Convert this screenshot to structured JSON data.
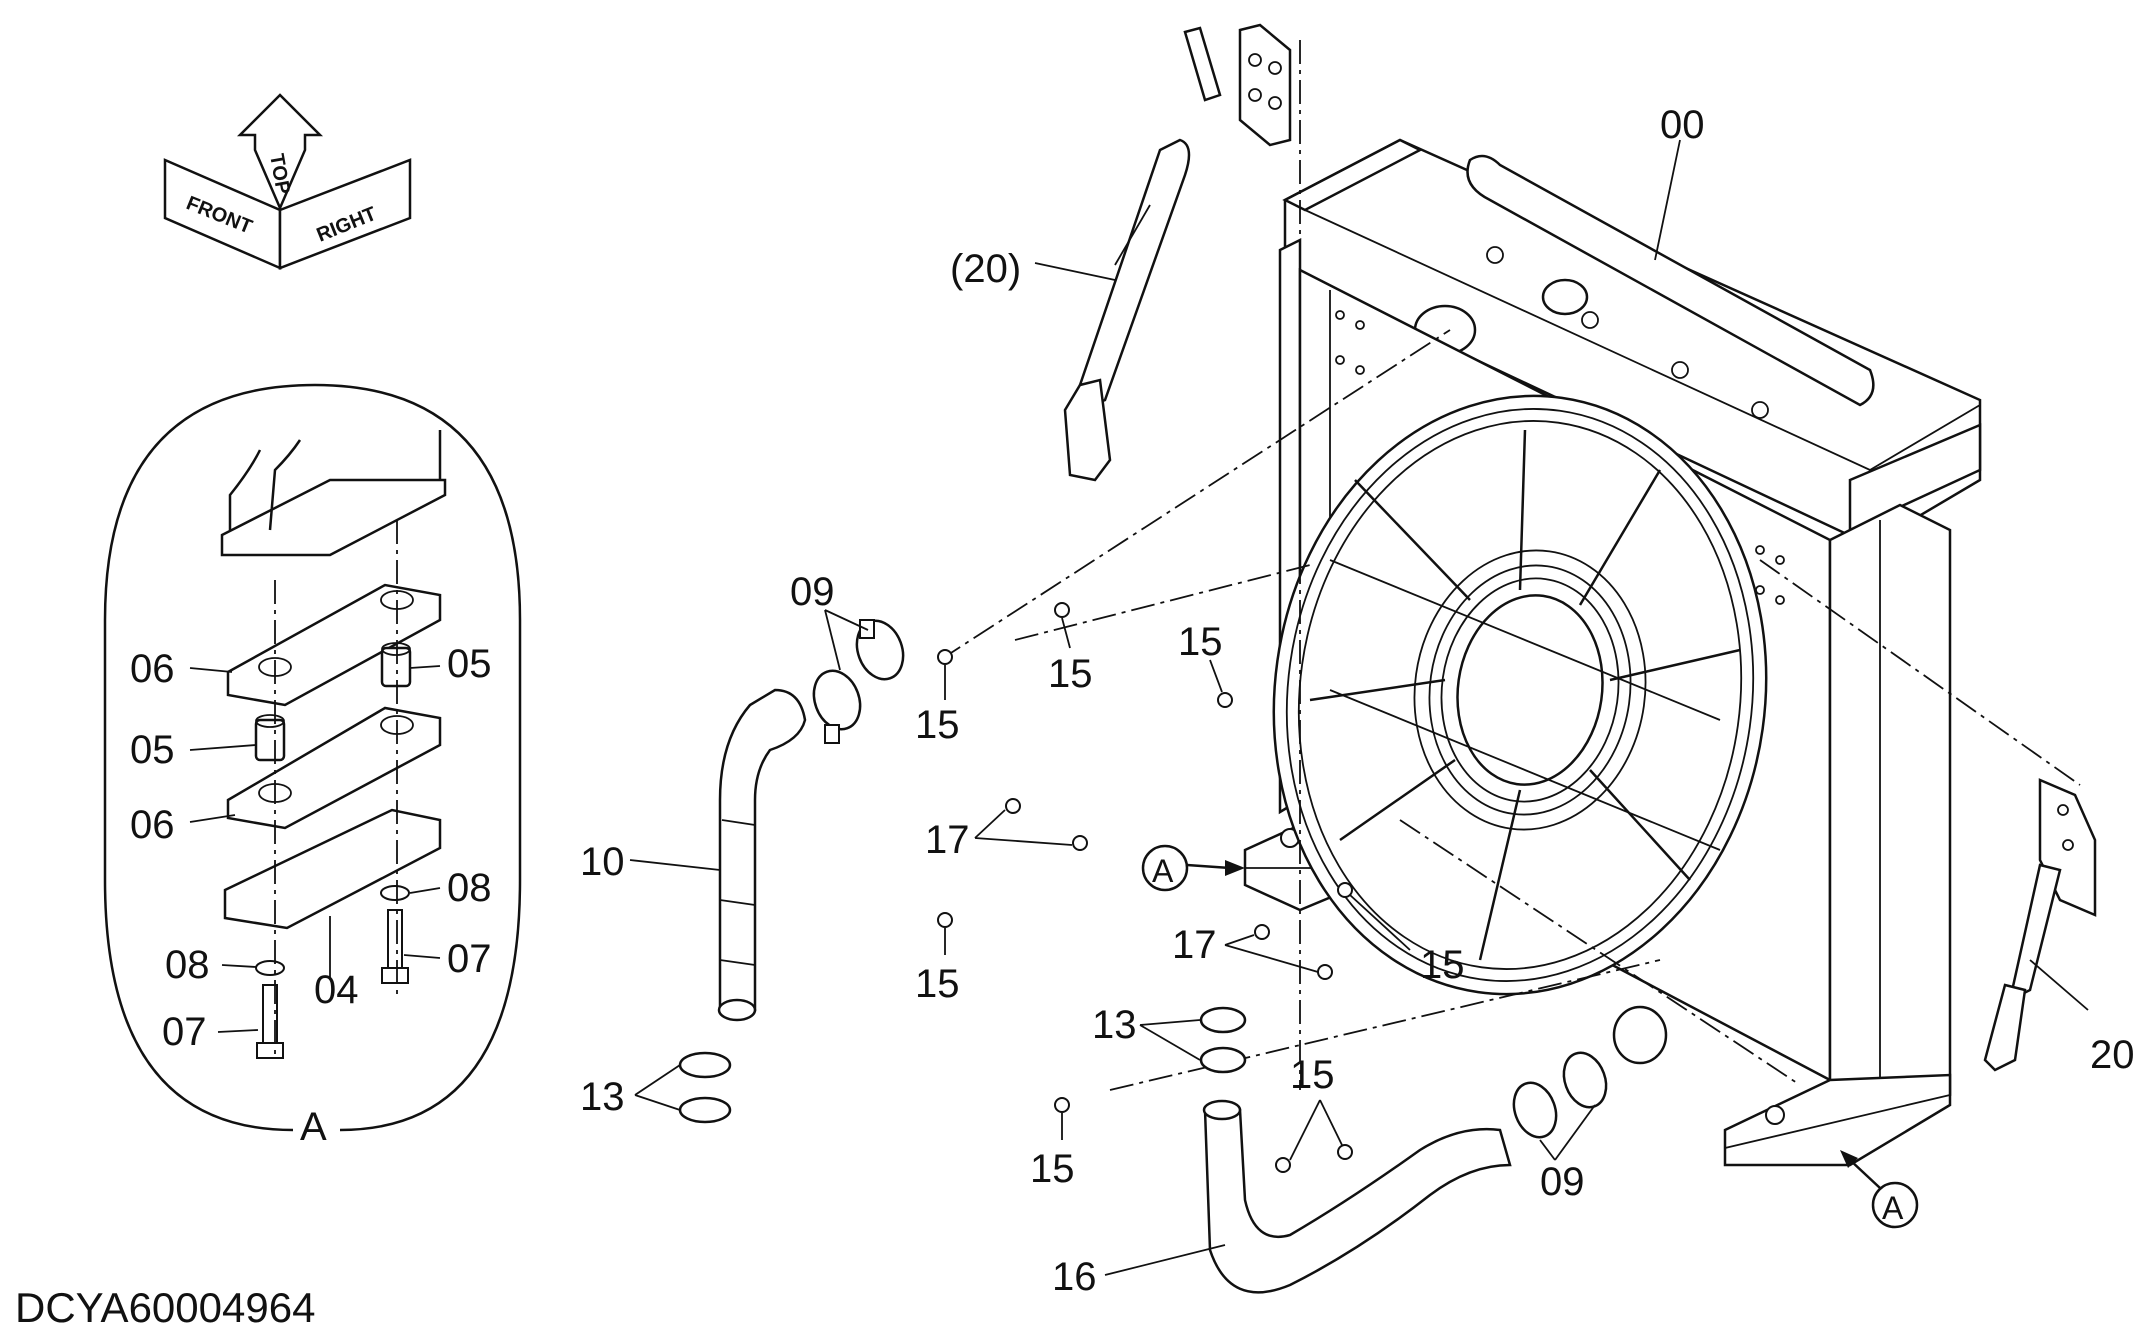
{
  "drawing_id": "DCYA60004964",
  "orientation_labels": {
    "front": "FRONT",
    "top": "TOP",
    "right": "RIGHT"
  },
  "detail_view": {
    "name": "A",
    "callouts": {
      "c06a": "06",
      "c05a": "05",
      "c05b": "05",
      "c06b": "06",
      "c08a": "08",
      "c08b": "08",
      "c07a": "07",
      "c04": "04",
      "c07b": "07"
    }
  },
  "callouts": {
    "c00": "00",
    "c20p": "(20)",
    "c09a": "09",
    "c15a": "15",
    "c15b": "15",
    "c15c": "15",
    "c10": "10",
    "c17a": "17",
    "cA1": "A",
    "c15d": "15",
    "c17b": "17",
    "c15e": "15",
    "c13a": "13",
    "c13b": "13",
    "c15f": "15",
    "c15g": "15",
    "c09b": "09",
    "c16": "16",
    "cA2": "A",
    "c20": "20"
  }
}
